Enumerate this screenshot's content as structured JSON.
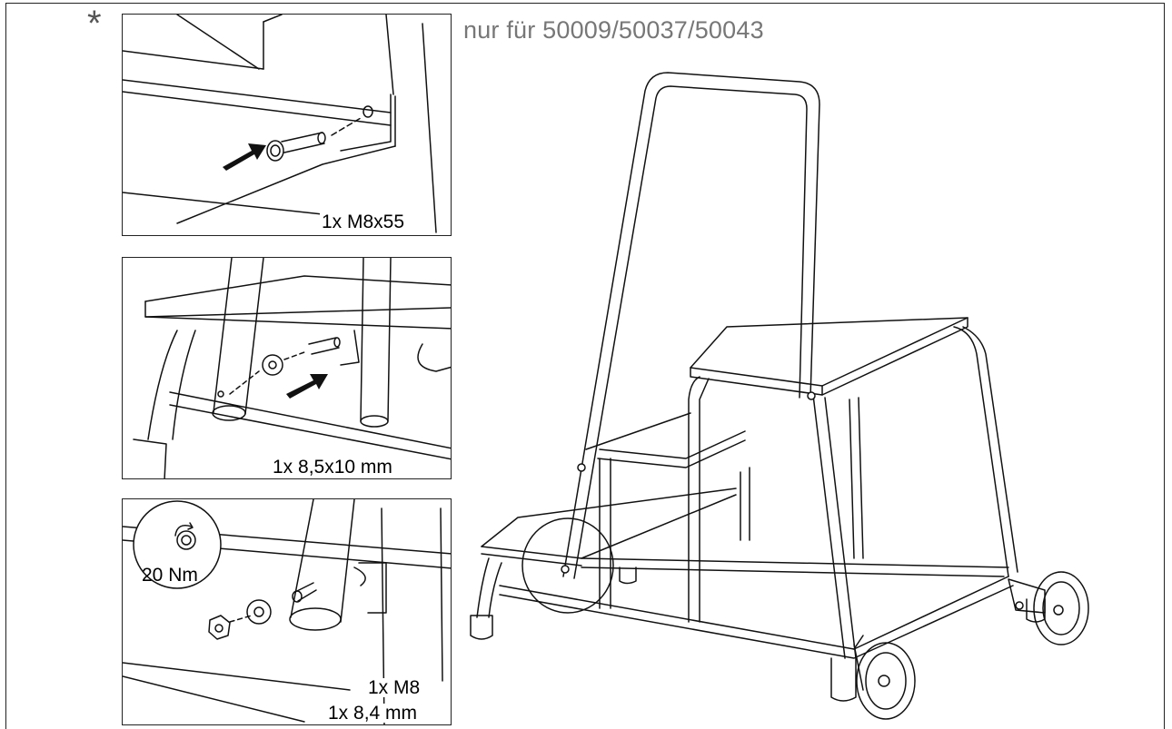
{
  "header": {
    "asterisk": "*",
    "note": "nur für 50009/50037/50043"
  },
  "details": [
    {
      "parts": [
        "1x M8x55"
      ]
    },
    {
      "parts": [
        "1x 8,5x10 mm"
      ]
    },
    {
      "torque": "20 Nm",
      "parts": [
        "1x M8",
        "1x 8,4 mm"
      ]
    }
  ]
}
